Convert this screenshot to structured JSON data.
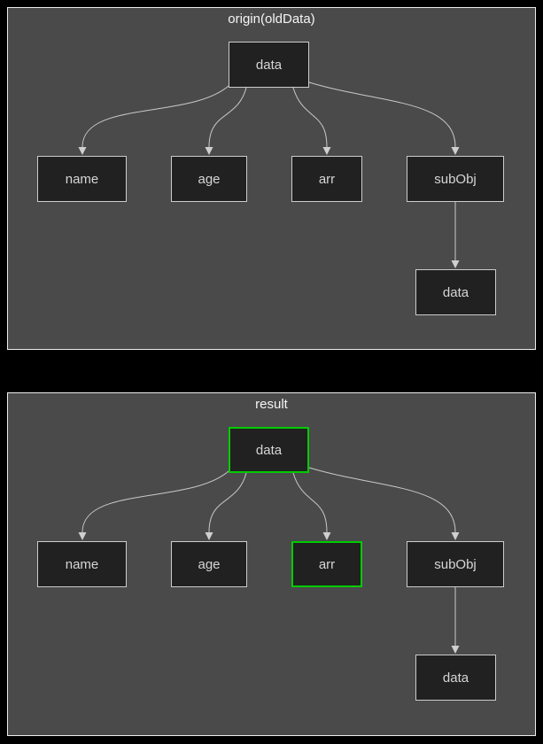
{
  "diagram": {
    "description": "Two object-tree diagrams comparing an original data object and a result object; changed nodes are outlined in green",
    "edge_shape": "curved-bezier-with-arrowheads"
  },
  "colors": {
    "page_bg": "#000000",
    "panel_bg": "#4a4a4a",
    "panel_border": "#eeeeee",
    "node_bg": "#212121",
    "node_border": "#cccccc",
    "changed_node_border": "#00cc00",
    "edge_stroke": "#c9c9c9",
    "node_text": "#d6d6d6",
    "title_text": "#f5f5f5"
  },
  "panels": [
    {
      "id": "origin",
      "title": "origin(oldData)",
      "root": {
        "label": "data",
        "changed": false
      },
      "children": [
        {
          "label": "name",
          "changed": false
        },
        {
          "label": "age",
          "changed": false
        },
        {
          "label": "arr",
          "changed": false
        },
        {
          "label": "subObj",
          "changed": false
        }
      ],
      "grandchild": {
        "label": "data",
        "parent": "subObj",
        "changed": false
      }
    },
    {
      "id": "result",
      "title": "result",
      "root": {
        "label": "data",
        "changed": true
      },
      "children": [
        {
          "label": "name",
          "changed": false
        },
        {
          "label": "age",
          "changed": false
        },
        {
          "label": "arr",
          "changed": true
        },
        {
          "label": "subObj",
          "changed": false
        }
      ],
      "grandchild": {
        "label": "data",
        "parent": "subObj",
        "changed": false
      }
    }
  ]
}
